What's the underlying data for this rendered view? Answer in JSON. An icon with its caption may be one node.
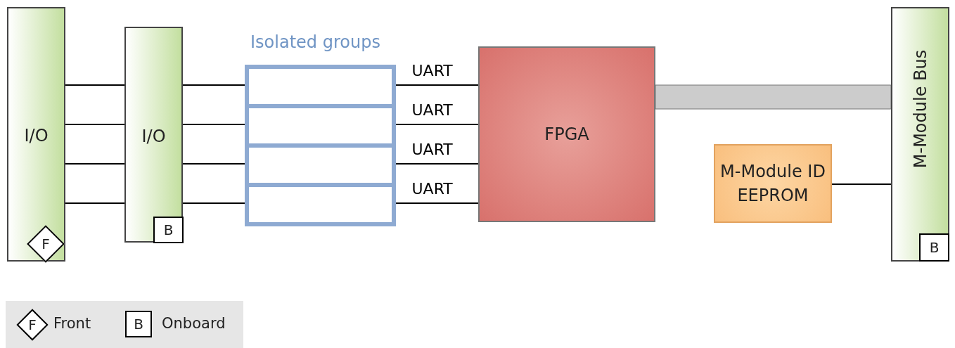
{
  "diagram": {
    "nodes": [
      {
        "text": [
          "I/O"
        ]
      },
      {
        "text": [
          "F"
        ],
        "in": 0
      },
      {
        "text": [
          "I/O"
        ]
      },
      {
        "text": [
          "B"
        ],
        "in": 2
      },
      {
        "text": [
          "Isolated groups"
        ]
      },
      {
        "text": [],
        "shape": "box",
        "in": 4
      },
      {
        "text": [],
        "shape": "box",
        "in": 4
      },
      {
        "text": [],
        "shape": "box",
        "in": 4
      },
      {
        "text": [],
        "shape": "box",
        "in": 4
      },
      {
        "text": [
          "FPGA"
        ]
      },
      {
        "text": [
          "M-Module ID EEPROM"
        ]
      },
      {
        "text": [
          "M-Module Bus"
        ]
      },
      {
        "text": [
          "B"
        ],
        "in": 11
      },
      {
        "text": [
          "F"
        ]
      },
      {
        "text": [
          "B"
        ]
      }
    ],
    "edges": [
      {
        "from": 0,
        "to": 2,
        "arrow": "none"
      },
      {
        "from": 0,
        "to": 2,
        "arrow": "none"
      },
      {
        "from": 0,
        "to": 2,
        "arrow": "none"
      },
      {
        "from": 0,
        "to": 2,
        "arrow": "none"
      },
      {
        "from": 2,
        "to": 5,
        "arrow": "none"
      },
      {
        "from": 2,
        "to": 6,
        "arrow": "none"
      },
      {
        "from": 2,
        "to": 7,
        "arrow": "none"
      },
      {
        "from": 2,
        "to": 8,
        "arrow": "none"
      },
      {
        "from": 5,
        "to": 9,
        "arrow": "none",
        "label": "UART"
      },
      {
        "from": 6,
        "to": 9,
        "arrow": "none",
        "label": "UART"
      },
      {
        "from": 7,
        "to": 9,
        "arrow": "none",
        "label": "UART"
      },
      {
        "from": 8,
        "to": 9,
        "arrow": "none",
        "label": "UART"
      },
      {
        "from": 9,
        "to": 11,
        "arrow": "none",
        "style": "thick",
        "color": "#cccccc"
      },
      {
        "from": 10,
        "to": 11,
        "arrow": "none"
      }
    ],
    "legend": [
      {
        "text": "Front"
      },
      {
        "text": "Onboard"
      }
    ]
  }
}
